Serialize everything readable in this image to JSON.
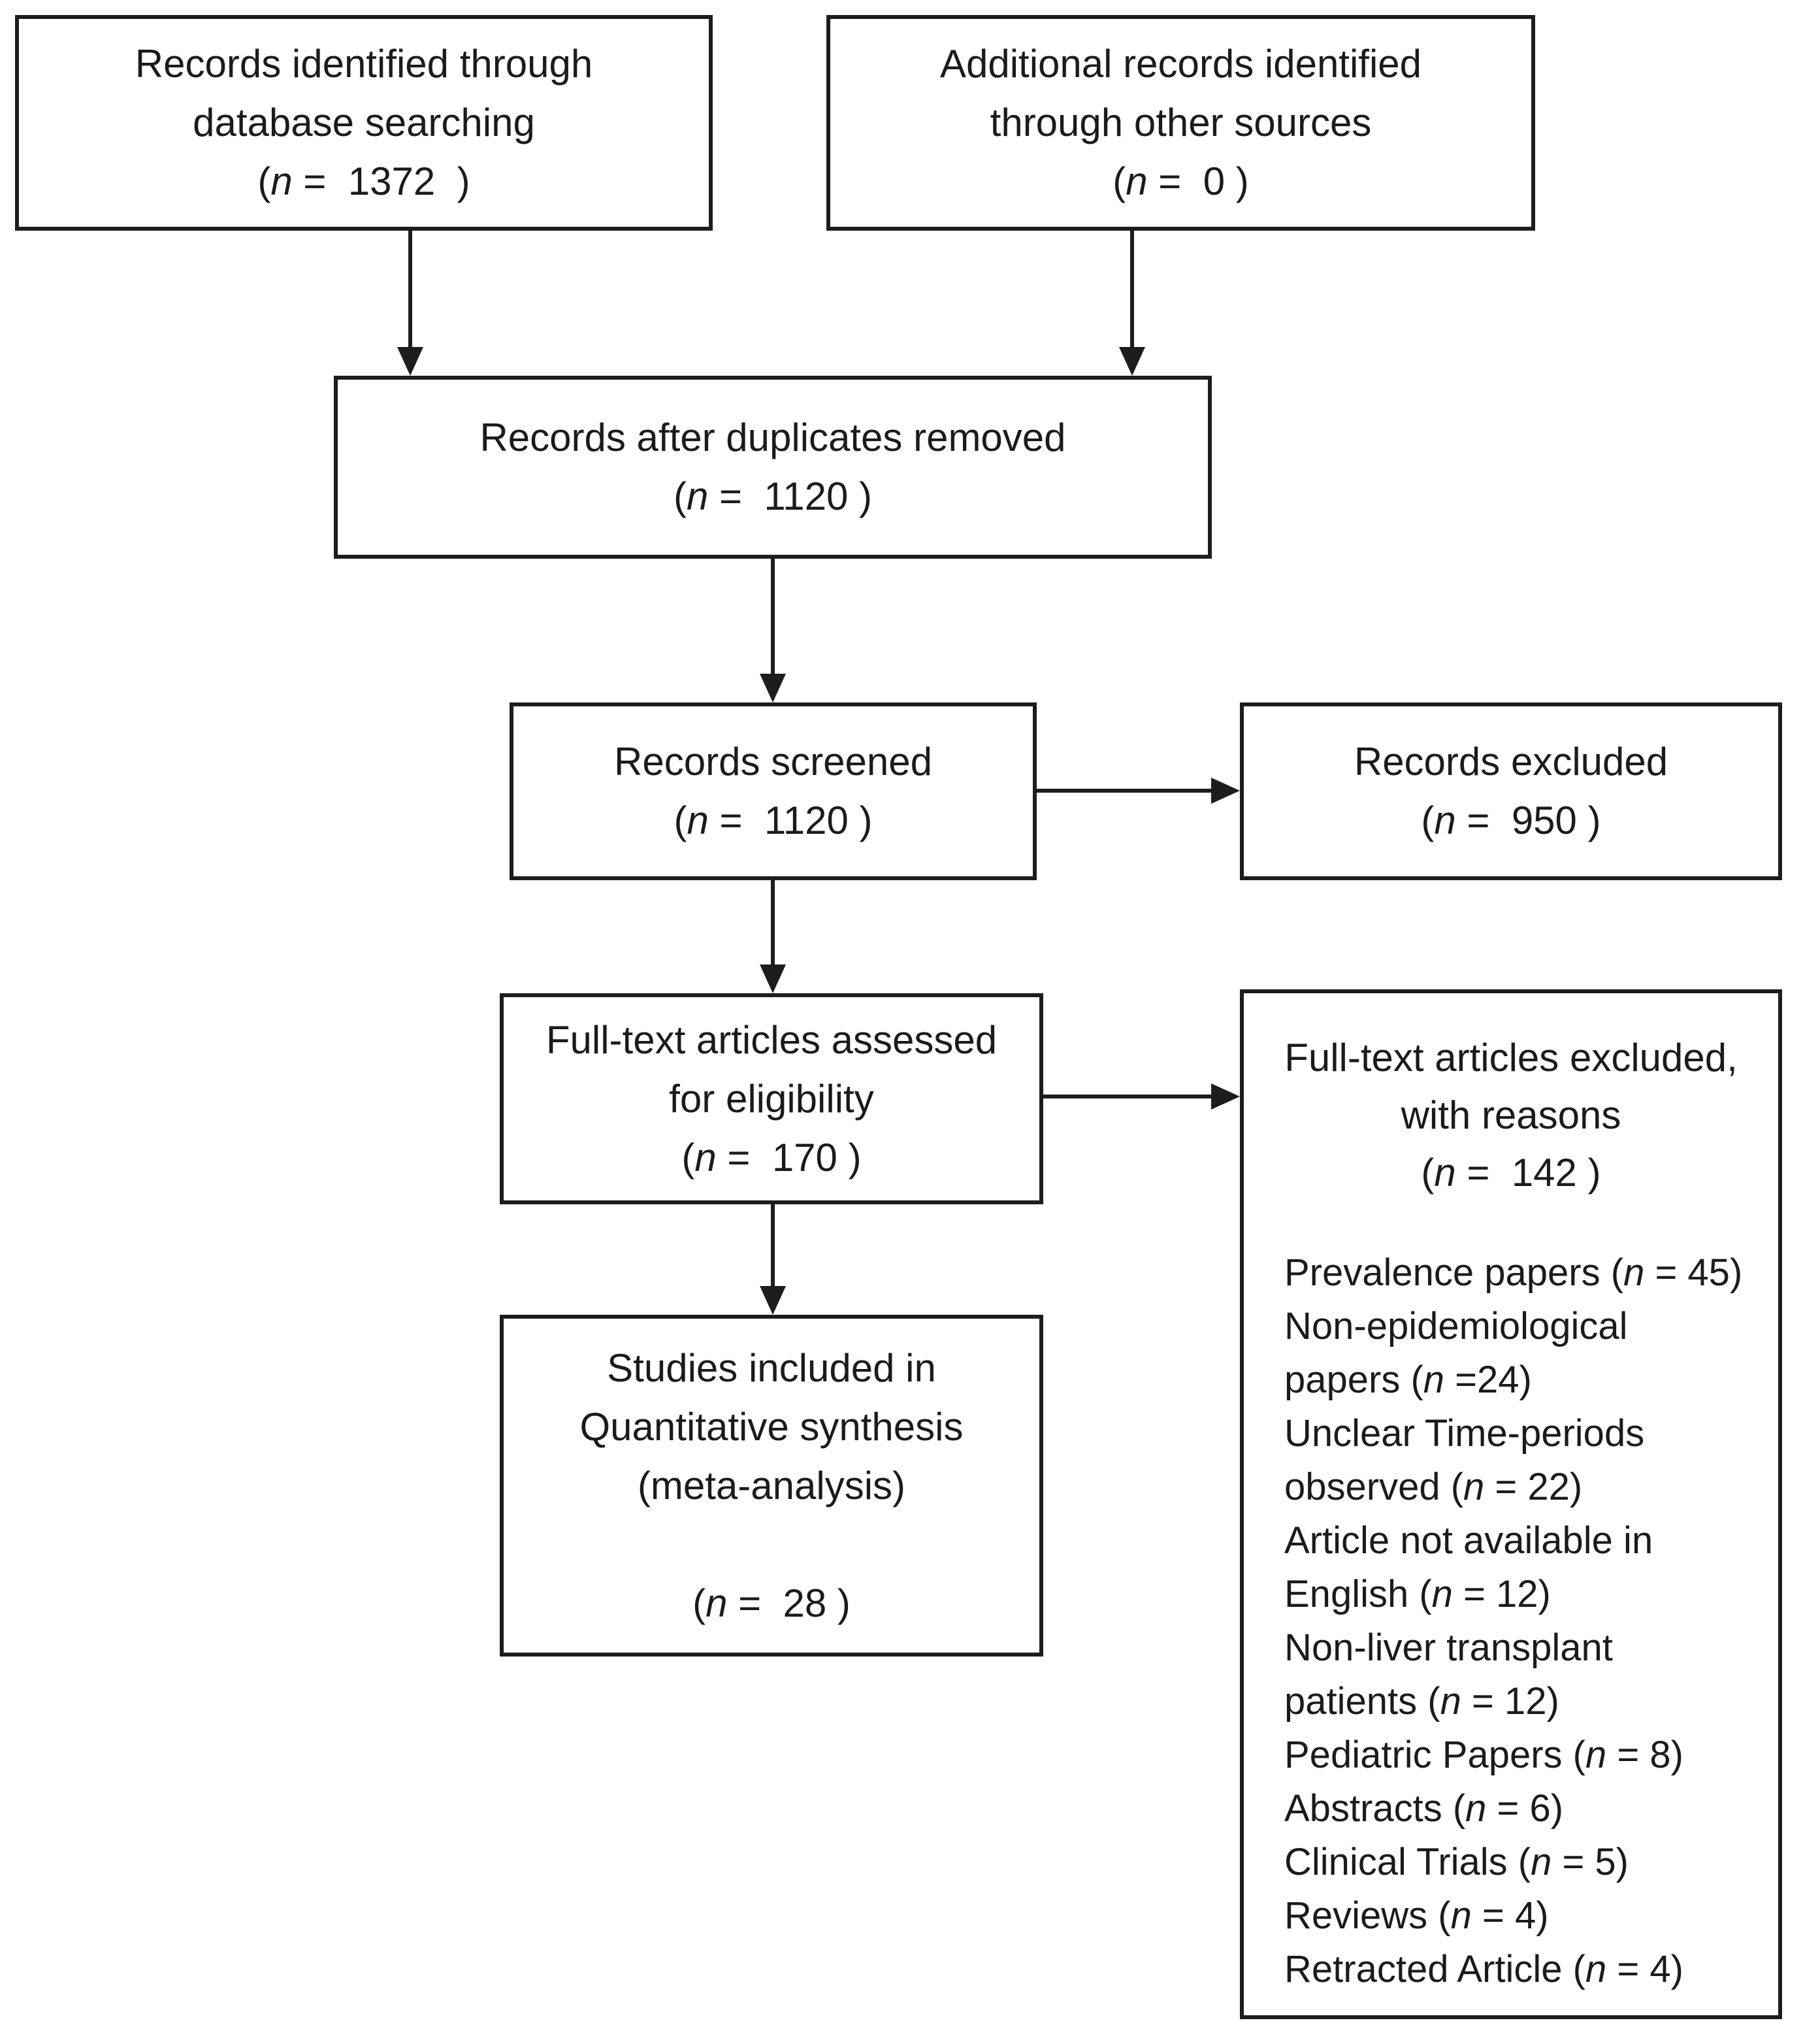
{
  "diagram": {
    "boxes": {
      "records_identified": {
        "lines": [
          "Records identified through",
          "database searching",
          "(n =  1372  )"
        ]
      },
      "additional_records": {
        "lines": [
          "Additional records identified",
          "through other sources",
          "(n =  0 )"
        ]
      },
      "duplicates_removed": {
        "lines": [
          "Records after duplicates removed",
          "(n =  1120 )"
        ]
      },
      "records_screened": {
        "lines": [
          "Records screened",
          "(n =  1120 )"
        ]
      },
      "records_excluded": {
        "lines": [
          "Records excluded",
          "(n =  950 )"
        ]
      },
      "fulltext_assessed": {
        "lines": [
          "Full-text articles assessed",
          "for eligibility",
          "(n =  170 )"
        ]
      },
      "fulltext_excluded": {
        "header_lines": [
          "Full-text articles excluded,",
          "with reasons",
          "(n =  142 )"
        ],
        "reason_lines": [
          "Prevalence papers (n = 45)",
          "Non-epidemiological",
          "papers (n =24)",
          "Unclear Time-periods",
          "observed (n = 22)",
          "Article not available in",
          "English (n = 12)",
          "Non-liver transplant",
          "patients (n = 12)",
          "Pediatric Papers (n = 8)",
          "Abstracts (n = 6)",
          "Clinical Trials (n = 5)",
          "Reviews (n = 4)",
          "Retracted Article (n = 4)"
        ]
      },
      "studies_included": {
        "lines": [
          "Studies included in",
          "Quantitative synthesis",
          "(meta-analysis)",
          "",
          "(n =  28 )"
        ]
      }
    },
    "colors": {
      "line": "#1d1d1d",
      "text": "#1b1b1b",
      "background": "#ffffff"
    }
  }
}
